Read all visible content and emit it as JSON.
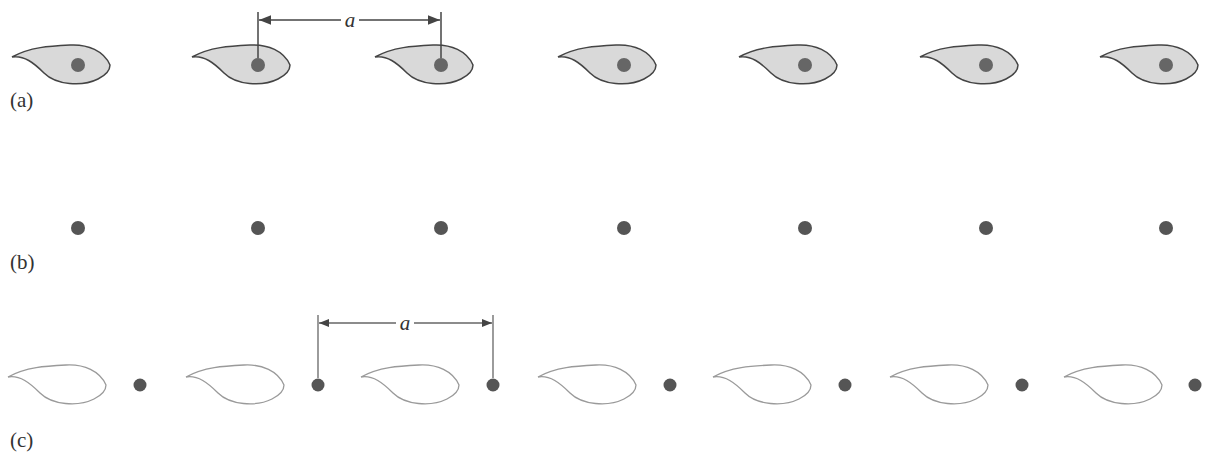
{
  "diagram": {
    "labels": [
      "a",
      "(a)",
      "(b)",
      "a",
      "(c)"
    ]
  }
}
